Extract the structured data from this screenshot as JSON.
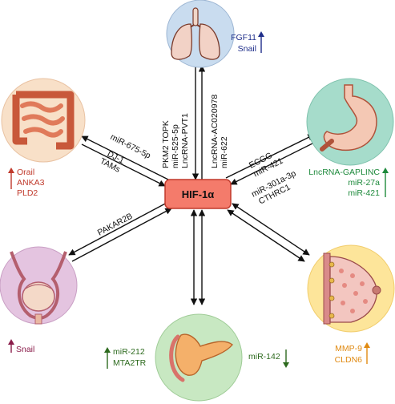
{
  "hub": {
    "label": "HIF-1α"
  },
  "colors": {
    "hub_fill": "#f47b6b",
    "hub_stroke": "#c0392b",
    "lung_circle": "#c9dcef",
    "intestine_circle": "#f8e0c8",
    "stomach_circle": "#a6dccb",
    "bladder_circle": "#e4c4e0",
    "breast_circle": "#fde59a",
    "pancreas_circle": "#c8e8c2",
    "lung_text": "#1f2e8a",
    "intestine_text": "#c0392b",
    "stomach_text": "#1e8a3c",
    "bladder_text": "#8a1c4a",
    "breast_text": "#e08a12",
    "pancreas_text": "#2d6a1e"
  },
  "organs": {
    "lung": {
      "icon": "lung-icon",
      "markers": [
        "FGF11",
        "Snail"
      ],
      "arrow": "up"
    },
    "intestine": {
      "icon": "intestine-icon",
      "markers": [
        "Orail",
        "ANKA3",
        "PLD2"
      ],
      "arrow": "up"
    },
    "stomach": {
      "icon": "stomach-icon",
      "markers": [
        "LncRNA-GAPLINC",
        "miR-27a",
        "miR-421"
      ],
      "arrow": "up"
    },
    "bladder": {
      "icon": "bladder-icon",
      "markers": [
        "Snail"
      ],
      "arrow": "up"
    },
    "breast": {
      "icon": "breast-icon",
      "markers": [
        "MMP-9",
        "CLDN6"
      ],
      "arrow": "up"
    },
    "pancreas": {
      "icon": "pancreas-icon",
      "left_markers": [
        "miR-212",
        "MTA2TR"
      ],
      "left_arrow": "up",
      "right_markers": [
        "miR-142"
      ],
      "right_arrow": "down"
    }
  },
  "edges": {
    "lung_left": [
      "PKM2 TOPK",
      "miR-525-5p",
      "LncRNA-PVT1"
    ],
    "lung_right": [
      "LncRNA-AC020978",
      "miR-622"
    ],
    "intestine_top": [
      "miR-675-5p"
    ],
    "intestine_bottom": [
      "DJ-1",
      "TAMs"
    ],
    "stomach_top": [
      "ECGG",
      "miR-421"
    ],
    "stomach_bottom": [
      "miR-301a-3p",
      "CTHRC1"
    ],
    "bladder": [
      "PAKAR2B"
    ]
  }
}
